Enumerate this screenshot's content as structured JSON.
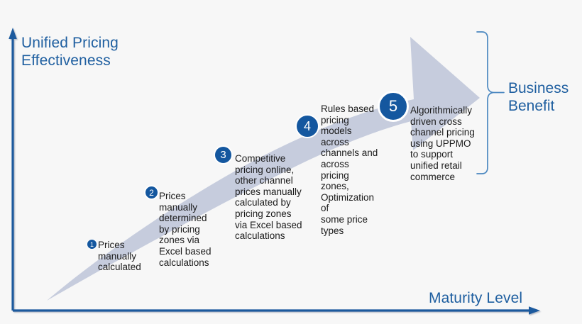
{
  "diagram": {
    "y_axis_label": "Unified Pricing\nEffectiveness",
    "x_axis_label": "Maturity Level",
    "benefit_label": "Business\nBenefit",
    "accent_color": "#1f5fa0",
    "badge_color": "#14579f",
    "swoosh_color": "#c6ccdd",
    "background_color": "#f7f7f7",
    "body_text_color": "#1a1a1a"
  },
  "steps": [
    {
      "number": "1",
      "text": "Prices\nmanually\ncalculated"
    },
    {
      "number": "2",
      "text": "Prices\nmanually\ndetermined\nby pricing\nzones via\nExcel based\ncalculations"
    },
    {
      "number": "3",
      "text": "Competitive\npricing online,\nother channel\nprices manually\ncalculated by\npricing zones\nvia Excel based\ncalculations"
    },
    {
      "number": "4",
      "text": "Rules based\npricing models\nacross\nchannels and\nacross pricing\nzones,\nOptimization of\nsome price\ntypes"
    },
    {
      "number": "5",
      "text": "Algorithmically\ndriven cross\nchannel pricing\nusing UPPMO\nto support\nunified retail\ncommerce"
    }
  ],
  "icons": {
    "y_axis_arrow": "arrow-up-icon",
    "x_axis_arrow": "arrow-right-icon",
    "growth_arrow": "curved-growth-arrow-icon",
    "brace": "right-curly-brace-icon"
  }
}
